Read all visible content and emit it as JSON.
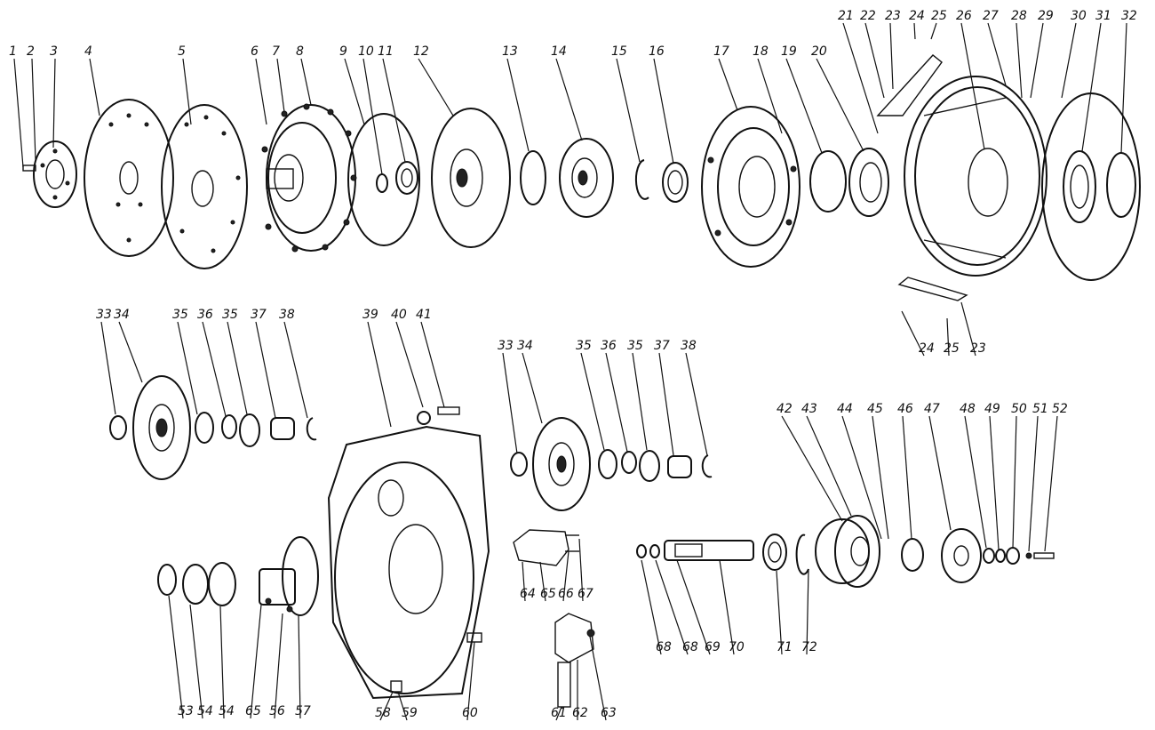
{
  "diagram": {
    "callouts": [
      {
        "id": "c1",
        "label": "1"
      },
      {
        "id": "c2",
        "label": "2"
      },
      {
        "id": "c3",
        "label": "3"
      },
      {
        "id": "c4",
        "label": "4"
      },
      {
        "id": "c5",
        "label": "5"
      },
      {
        "id": "c6",
        "label": "6"
      },
      {
        "id": "c7",
        "label": "7"
      },
      {
        "id": "c8",
        "label": "8"
      },
      {
        "id": "c9",
        "label": "9"
      },
      {
        "id": "c10",
        "label": "10"
      },
      {
        "id": "c11",
        "label": "11"
      },
      {
        "id": "c12",
        "label": "12"
      },
      {
        "id": "c13",
        "label": "13"
      },
      {
        "id": "c14",
        "label": "14"
      },
      {
        "id": "c15",
        "label": "15"
      },
      {
        "id": "c16",
        "label": "16"
      },
      {
        "id": "c17",
        "label": "17"
      },
      {
        "id": "c18",
        "label": "18"
      },
      {
        "id": "c19",
        "label": "19"
      },
      {
        "id": "c20",
        "label": "20"
      },
      {
        "id": "c21",
        "label": "21"
      },
      {
        "id": "c22",
        "label": "22"
      },
      {
        "id": "c23",
        "label": "23"
      },
      {
        "id": "c24",
        "label": "24"
      },
      {
        "id": "c25",
        "label": "25"
      },
      {
        "id": "c26",
        "label": "26"
      },
      {
        "id": "c27",
        "label": "27"
      },
      {
        "id": "c28",
        "label": "28"
      },
      {
        "id": "c29",
        "label": "29"
      },
      {
        "id": "c30",
        "label": "30"
      },
      {
        "id": "c31",
        "label": "31"
      },
      {
        "id": "c32",
        "label": "32"
      },
      {
        "id": "c24b",
        "label": "24"
      },
      {
        "id": "c25b",
        "label": "25"
      },
      {
        "id": "c23b",
        "label": "23"
      },
      {
        "id": "c33",
        "label": "33"
      },
      {
        "id": "c34",
        "label": "34"
      },
      {
        "id": "c35",
        "label": "35"
      },
      {
        "id": "c36",
        "label": "36"
      },
      {
        "id": "c35b",
        "label": "35"
      },
      {
        "id": "c37",
        "label": "37"
      },
      {
        "id": "c38",
        "label": "38"
      },
      {
        "id": "c39",
        "label": "39"
      },
      {
        "id": "c40",
        "label": "40"
      },
      {
        "id": "c41",
        "label": "41"
      },
      {
        "id": "c33r",
        "label": "33"
      },
      {
        "id": "c34r",
        "label": "34"
      },
      {
        "id": "c35r",
        "label": "35"
      },
      {
        "id": "c36r",
        "label": "36"
      },
      {
        "id": "c35rb",
        "label": "35"
      },
      {
        "id": "c37r",
        "label": "37"
      },
      {
        "id": "c38r",
        "label": "38"
      },
      {
        "id": "c42",
        "label": "42"
      },
      {
        "id": "c43",
        "label": "43"
      },
      {
        "id": "c44",
        "label": "44"
      },
      {
        "id": "c45",
        "label": "45"
      },
      {
        "id": "c46",
        "label": "46"
      },
      {
        "id": "c47",
        "label": "47"
      },
      {
        "id": "c48",
        "label": "48"
      },
      {
        "id": "c49",
        "label": "49"
      },
      {
        "id": "c50",
        "label": "50"
      },
      {
        "id": "c51",
        "label": "51"
      },
      {
        "id": "c52",
        "label": "52"
      },
      {
        "id": "c64",
        "label": "64"
      },
      {
        "id": "c65",
        "label": "65"
      },
      {
        "id": "c66",
        "label": "66"
      },
      {
        "id": "c67",
        "label": "67"
      },
      {
        "id": "c68",
        "label": "68"
      },
      {
        "id": "c68b",
        "label": "68"
      },
      {
        "id": "c69",
        "label": "69"
      },
      {
        "id": "c70",
        "label": "70"
      },
      {
        "id": "c71",
        "label": "71"
      },
      {
        "id": "c72",
        "label": "72"
      },
      {
        "id": "c53",
        "label": "53"
      },
      {
        "id": "c54",
        "label": "54"
      },
      {
        "id": "c54b",
        "label": "54"
      },
      {
        "id": "c65b",
        "label": "65"
      },
      {
        "id": "c56",
        "label": "56"
      },
      {
        "id": "c57",
        "label": "57"
      },
      {
        "id": "c58",
        "label": "58"
      },
      {
        "id": "c59",
        "label": "59"
      },
      {
        "id": "c60",
        "label": "60"
      },
      {
        "id": "c61",
        "label": "61"
      },
      {
        "id": "c62",
        "label": "62"
      },
      {
        "id": "c63",
        "label": "63"
      }
    ]
  }
}
